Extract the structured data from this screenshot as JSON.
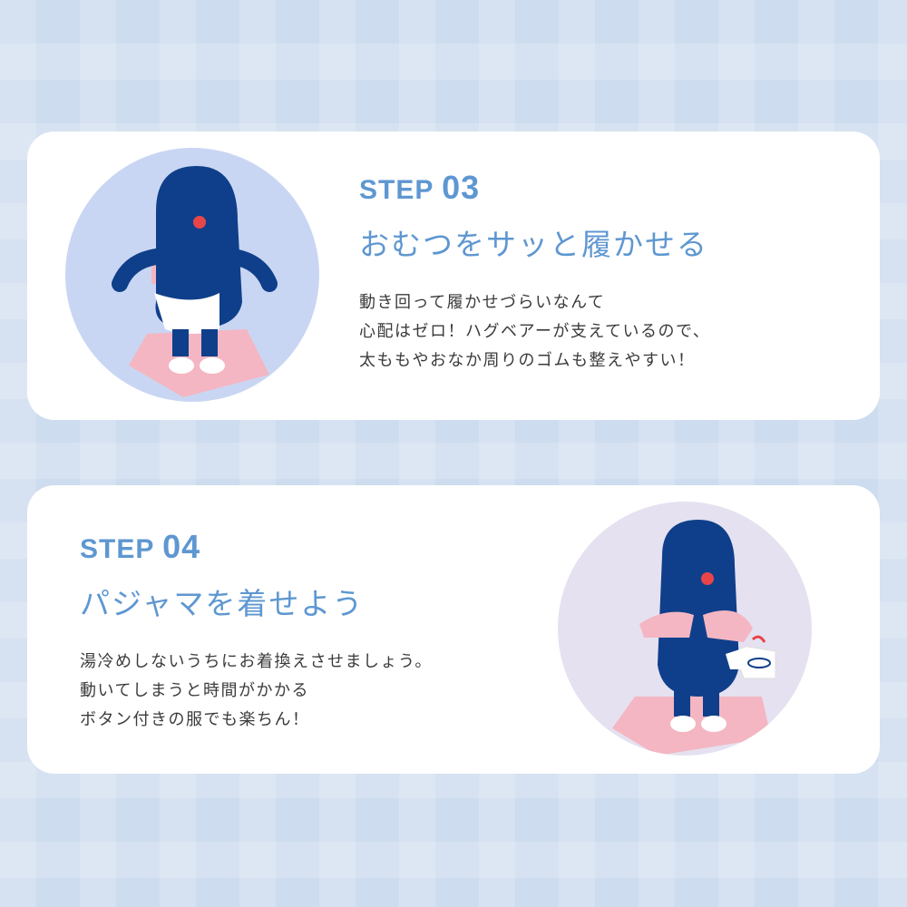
{
  "steps": [
    {
      "step_label": "STEP",
      "step_number": "03",
      "title": "おむつをサッと履かせる",
      "body_lines": [
        "動き回って履かせづらいなんて",
        "心配はゼロ！ハグベアーが支えているので、",
        "太ももやおなか周りのゴムも整えやすい！"
      ],
      "illustration": "character-putting-on-diaper"
    },
    {
      "step_label": "STEP",
      "step_number": "04",
      "title": "パジャマを着せよう",
      "body_lines": [
        "湯冷めしないうちにお着換えさせましょう。",
        "動いてしまうと時間がかかる",
        "ボタン付きの服でも楽ちん！"
      ],
      "illustration": "character-holding-pajama-shirt"
    }
  ],
  "colors": {
    "background": "#cddcee",
    "accent_blue": "#5e97d1",
    "character_navy": "#0f3f8a",
    "cushion_pink": "#f4b6c2"
  }
}
